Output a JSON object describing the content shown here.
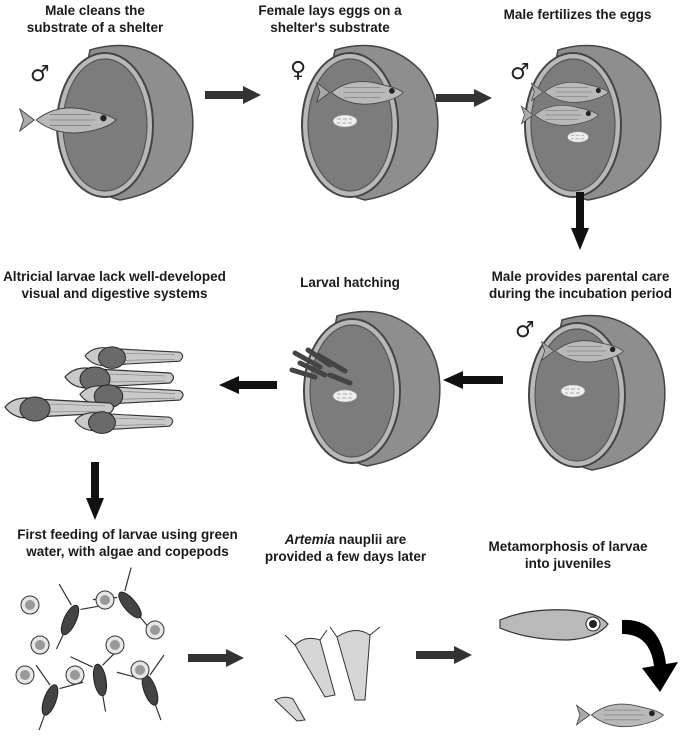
{
  "steps": [
    {
      "id": "s1",
      "caption": "Male cleans the substrate of a shelter",
      "symbol": "♂"
    },
    {
      "id": "s2",
      "caption": "Female lays eggs on a shelter's  substrate",
      "symbol": "♀"
    },
    {
      "id": "s3",
      "caption": "Male fertilizes the eggs",
      "symbol": "♂"
    },
    {
      "id": "s4",
      "caption": "Male provides parental care during the incubation period",
      "symbol": "♂"
    },
    {
      "id": "s5",
      "caption": "Larval hatching"
    },
    {
      "id": "s6",
      "caption": "Altricial larvae lack well-developed visual and digestive systems"
    },
    {
      "id": "s7",
      "caption": "First feeding of larvae using green water, with algae and copepods"
    },
    {
      "id": "s8",
      "caption_italic": "Artemia",
      "caption_rest": " nauplii are provided a few days later"
    },
    {
      "id": "s9",
      "caption": "Metamorphosis of larvae into juveniles"
    }
  ],
  "colors": {
    "pot": "#8a8a8a",
    "pot_dark": "#5e5e5e",
    "arrow": "#333333",
    "fish": "#b5b5b5"
  }
}
